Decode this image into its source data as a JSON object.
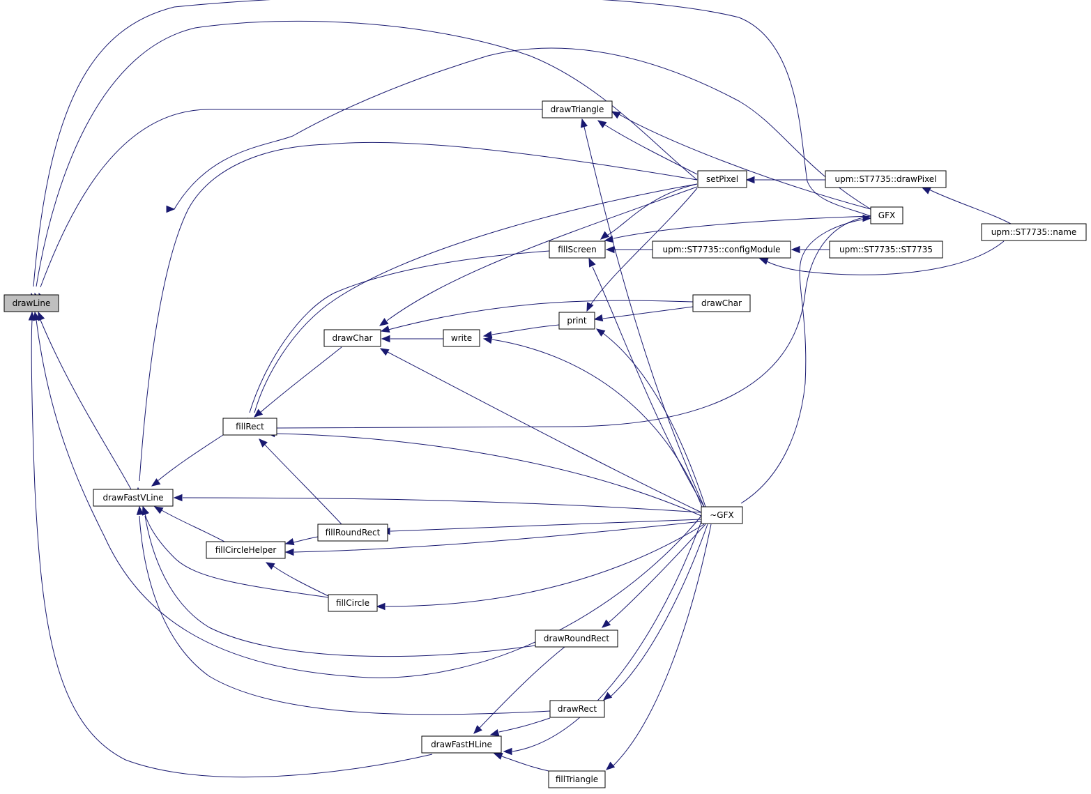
{
  "graph": {
    "nodes": {
      "drawLine": "drawLine",
      "drawFastVLine": "drawFastVLine",
      "fillRect": "fillRect",
      "fillCircleHelper": "fillCircleHelper",
      "drawChar_mid": "drawChar",
      "fillRoundRect": "fillRoundRect",
      "fillCircle": "fillCircle",
      "drawFastHLine": "drawFastHLine",
      "write": "write",
      "drawTriangle": "drawTriangle",
      "fillScreen": "fillScreen",
      "print": "print",
      "drawRoundRect": "drawRoundRect",
      "drawRect": "drawRect",
      "fillTriangle": "fillTriangle",
      "setPixel": "setPixel",
      "drawChar_right": "drawChar",
      "dtorGFX": "~GFX",
      "configModule": "upm::ST7735::configModule",
      "drawPixel": "upm::ST7735::drawPixel",
      "GFX": "GFX",
      "ST7735": "upm::ST7735::ST7735",
      "name": "upm::ST7735::name"
    },
    "root": "drawLine",
    "colors": {
      "edge": "#191970",
      "root_fill": "#bfbfbf",
      "node_fill": "#ffffff",
      "node_border": "#000000"
    }
  }
}
